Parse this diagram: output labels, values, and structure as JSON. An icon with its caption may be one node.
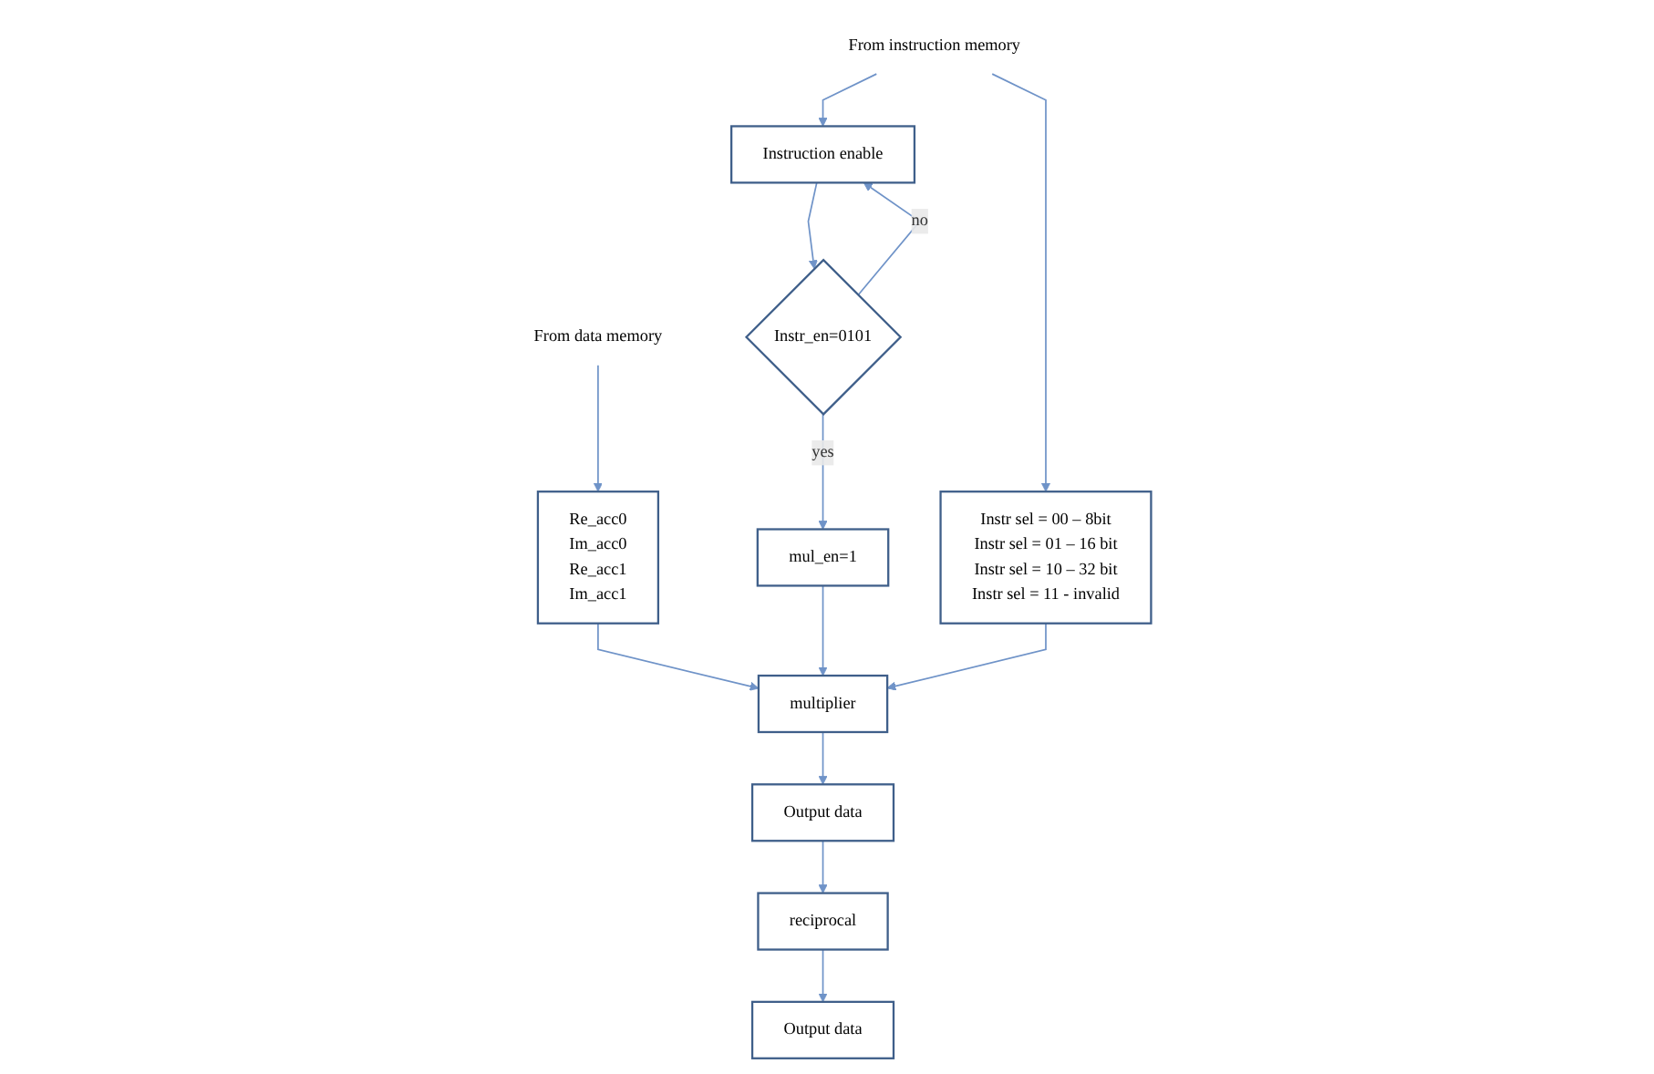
{
  "diagram": {
    "nodes": [
      {
        "text": [
          "From data memory"
        ]
      },
      {
        "text": [
          "From instruction memory"
        ]
      },
      {
        "text": [
          "Re_acc0",
          "Im_acc0",
          "Re_acc1",
          "Im_acc1"
        ]
      },
      {
        "text": [
          "Instruction enable"
        ]
      },
      {
        "text": [
          "Instr sel = 00 – 8bit",
          "Instr sel = 01 – 16 bit",
          "Instr sel = 10 – 32 bit",
          "Instr sel = 11 - invalid"
        ]
      },
      {
        "text": [
          "Instr_en=0101"
        ]
      },
      {
        "text": [
          "mul_en=1"
        ]
      },
      {
        "text": [
          "multiplier"
        ]
      },
      {
        "text": [
          "reciprocal"
        ]
      },
      {
        "text": [
          "Output data"
        ]
      },
      {
        "text": [
          "Output data"
        ]
      }
    ],
    "edges": [
      {
        "from": 0,
        "to": 2,
        "arrow": "to"
      },
      {
        "from": 1,
        "to": 3,
        "arrow": "to"
      },
      {
        "from": 1,
        "to": 4,
        "arrow": "to"
      },
      {
        "from": 3,
        "to": 5,
        "arrow": "to"
      },
      {
        "from": 5,
        "to": 3,
        "arrow": "to",
        "label": "no"
      },
      {
        "from": 5,
        "to": 6,
        "arrow": "to",
        "label": "yes"
      },
      {
        "from": 2,
        "to": 7,
        "arrow": "to"
      },
      {
        "from": 6,
        "to": 7,
        "arrow": "to"
      },
      {
        "from": 4,
        "to": 7,
        "arrow": "to"
      },
      {
        "from": 7,
        "to": 9,
        "arrow": "to"
      },
      {
        "from": 9,
        "to": 8,
        "arrow": "to"
      },
      {
        "from": 8,
        "to": 10,
        "arrow": "to"
      }
    ]
  }
}
